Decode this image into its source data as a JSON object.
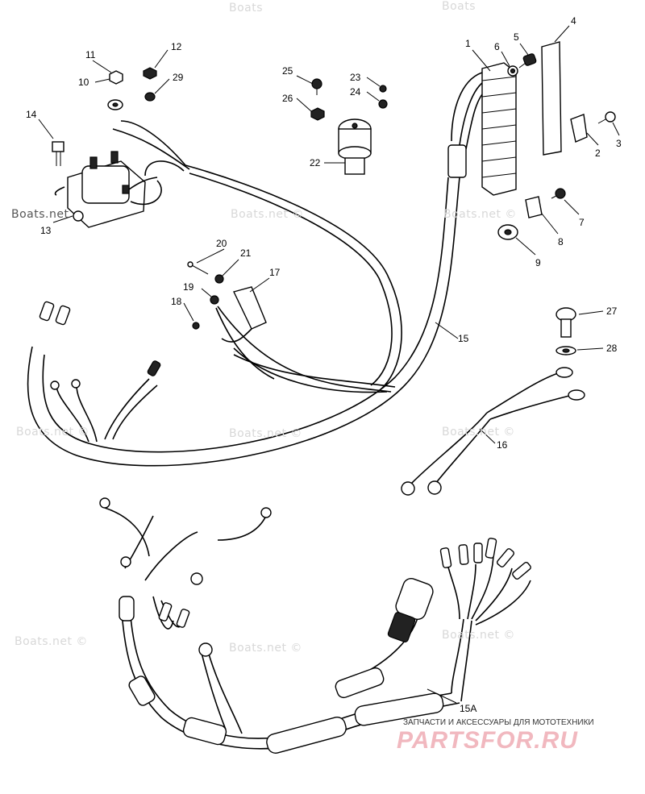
{
  "watermarks": {
    "boats": "Boats.net ©",
    "boats_plain": "Boats.net",
    "boats_partial": "Boats"
  },
  "labels": {
    "l1": "1",
    "l2": "2",
    "l3": "3",
    "l4": "4",
    "l5": "5",
    "l6": "6",
    "l7": "7",
    "l8": "8",
    "l9": "9",
    "l10": "10",
    "l11": "11",
    "l12": "12",
    "l13": "13",
    "l14": "14",
    "l15": "15",
    "l15a": "15A",
    "l16": "16",
    "l17": "17",
    "l18": "18",
    "l19": "19",
    "l20": "20",
    "l21": "21",
    "l22": "22",
    "l23": "23",
    "l24": "24",
    "l25": "25",
    "l26": "26",
    "l27": "27",
    "l28": "28",
    "l29": "29"
  },
  "branding": {
    "tagline": "ЗАПЧАСТИ И АКСЕССУАРЫ ДЛЯ МОТОТЕХНИКИ",
    "site": "PARTSFOR.RU"
  }
}
